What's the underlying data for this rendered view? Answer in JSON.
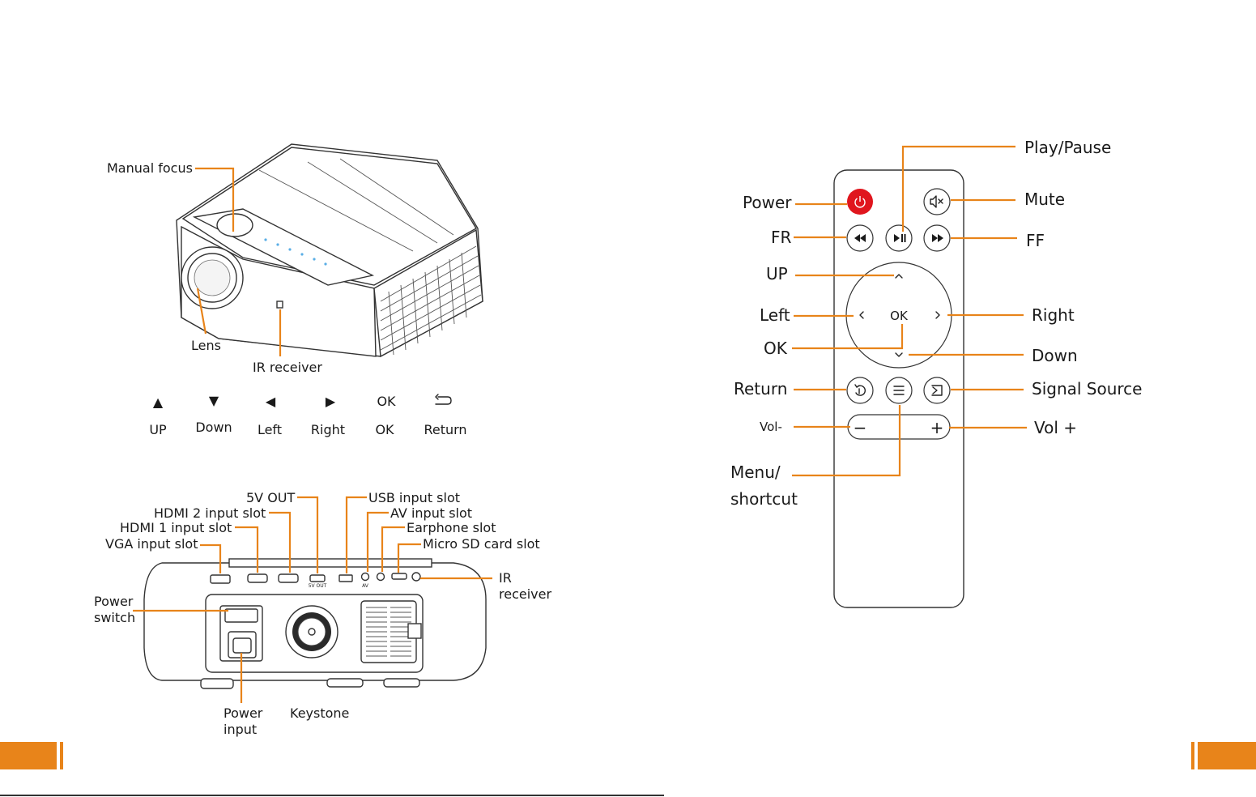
{
  "projector_front": {
    "labels": {
      "manual_focus": "Manual focus",
      "lens": "Lens",
      "ir_receiver": "IR receiver"
    },
    "panel_buttons": [
      {
        "symbol": "▲",
        "label": "UP"
      },
      {
        "symbol": "▼",
        "label": "Down"
      },
      {
        "symbol": "◀",
        "label": "Left"
      },
      {
        "symbol": "▶",
        "label": "Right"
      },
      {
        "symbol": "OK",
        "label": "OK"
      },
      {
        "symbol": "return-icon",
        "label": "Return"
      }
    ]
  },
  "projector_back": {
    "labels": {
      "out_5v": "5V OUT",
      "usb": "USB input slot",
      "hdmi2": "HDMI 2 input slot",
      "av": "AV input slot",
      "hdmi1": "HDMI 1 input slot",
      "earphone": "Earphone slot",
      "vga": "VGA input slot",
      "microsd": "Micro SD card slot",
      "ir_line1": "IR",
      "ir_line2": "receiver",
      "power_switch_line1": "Power",
      "power_switch_line2": "switch",
      "power_input_line1": "Power",
      "power_input_line2": "input",
      "keystone": "Keystone"
    },
    "port_marks": {
      "out_5v": "5V OUT",
      "av": "AV"
    }
  },
  "remote": {
    "labels": {
      "play_pause": "Play/Pause",
      "power": "Power",
      "mute": "Mute",
      "fr": "FR",
      "ff": "FF",
      "up": "UP",
      "left": "Left",
      "right": "Right",
      "ok": "OK",
      "down": "Down",
      "return": "Return",
      "signal_source": "Signal Source",
      "vol_minus": "Vol-",
      "vol_plus": "Vol +",
      "menu_line1": "Menu/",
      "menu_line2": "shortcut"
    },
    "ok_button_text": "OK",
    "vol_minus_glyph": "−",
    "vol_plus_glyph": "+",
    "colors": {
      "power_button": "#e0161e",
      "leader_lines": "#e8841a"
    }
  },
  "page_tabs": {
    "accent": "#e8841a"
  }
}
